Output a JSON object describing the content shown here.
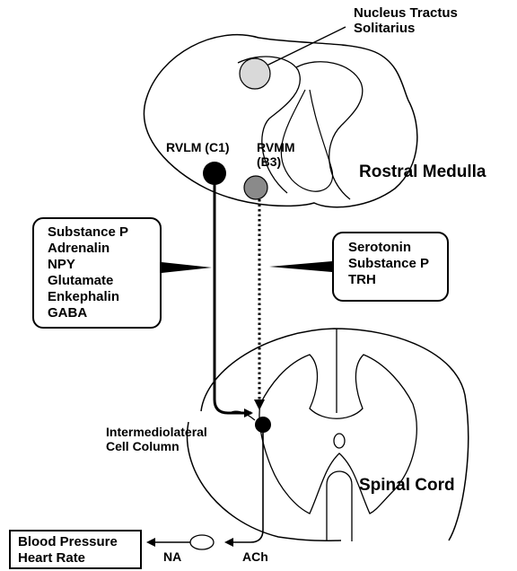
{
  "labels": {
    "nts": [
      "Nucleus Tractus",
      "Solitarius"
    ],
    "rvlm": "RVLM (C1)",
    "rvmm": [
      "RVMM",
      "(B3)"
    ],
    "rostral_medulla": "Rostral Medulla",
    "iml": [
      "Intermediolateral",
      "Cell Column"
    ],
    "spinal_cord": "Spinal Cord",
    "na": "NA",
    "ach": "ACh"
  },
  "rvlm_transmitters": [
    "Substance P",
    "Adrenalin",
    "NPY",
    "Glutamate",
    "Enkephalin",
    "GABA"
  ],
  "rvmm_transmitters": [
    "Serotonin",
    "Substance P",
    "TRH"
  ],
  "output": [
    "Blood Pressure",
    "Heart Rate"
  ],
  "colors": {
    "line": "#000000",
    "nts_fill": "#d9d9d9",
    "rvmm_fill": "#8a8a8a",
    "background": "#ffffff"
  }
}
